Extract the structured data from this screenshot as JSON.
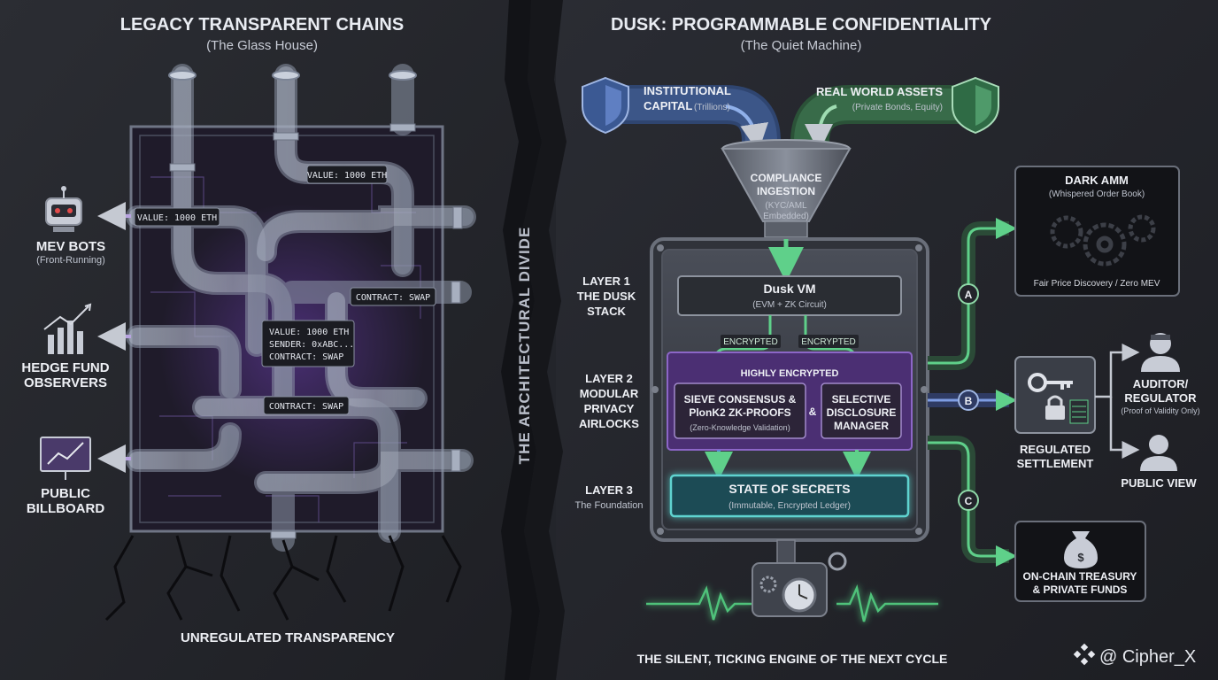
{
  "left_panel": {
    "title": "LEGACY TRANSPARENT CHAINS",
    "subtitle": "(The Glass House)",
    "footer": "UNREGULATED TRANSPARENCY",
    "pipe_tags": {
      "top": "VALUE: 1000 ETH",
      "upper_left": "VALUE: 1000 ETH",
      "contract_swap_1": "CONTRACT: SWAP",
      "center_lines": [
        "VALUE: 1000 ETH",
        "SENDER: 0xABC...",
        "CONTRACT: SWAP"
      ],
      "contract_swap_2": "CONTRACT: SWAP"
    },
    "observers": [
      {
        "icon": "robot-icon",
        "title": "MEV BOTS",
        "subtitle": "(Front-Running)"
      },
      {
        "icon": "bar-chart-icon",
        "title_lines": [
          "HEDGE FUND",
          "OBSERVERS"
        ]
      },
      {
        "icon": "billboard-icon",
        "title_lines": [
          "PUBLIC",
          "BILLBOARD"
        ]
      }
    ]
  },
  "divider": {
    "label": "THE ARCHITECTURAL DIVIDE"
  },
  "right_panel": {
    "title": "DUSK: PROGRAMMABLE CONFIDENTIALITY",
    "subtitle": "(The Quiet Machine)",
    "footer": "THE SILENT, TICKING ENGINE OF THE NEXT CYCLE",
    "inputs": [
      {
        "icon": "shield-icon",
        "title_lines": [
          "INSTITUTIONAL",
          "CAPITAL"
        ],
        "note": "(Trillions)",
        "color": "#5b7fbf"
      },
      {
        "icon": "shield-icon",
        "title": "REAL WORLD ASSETS",
        "note": "(Private Bonds, Equity)",
        "color": "#4f8f64"
      }
    ],
    "funnel": {
      "title_lines": [
        "COMPLIANCE",
        "INGESTION"
      ],
      "note_lines": [
        "(KYC/AML",
        "Embedded)"
      ]
    },
    "layers": [
      {
        "label_lines": [
          "LAYER 1",
          "THE DUSK",
          "STACK"
        ]
      },
      {
        "label_lines": [
          "LAYER 2",
          "MODULAR",
          "PRIVACY",
          "AIRLOCKS"
        ]
      },
      {
        "label_lines": [
          "LAYER 3",
          "The Foundation"
        ]
      }
    ],
    "vm": {
      "title": "Dusk VM",
      "note": "(EVM + ZK Circuit)"
    },
    "encrypted_tags": [
      "ENCRYPTED",
      "ENCRYPTED"
    ],
    "highly_encrypted": "HIGHLY ENCRYPTED",
    "sieve": {
      "title_lines": [
        "SIEVE CONSENSUS &",
        "PlonK2 ZK-PROOFS"
      ],
      "note": "(Zero-Knowledge Validation)"
    },
    "ampersand": "&",
    "disclosure": {
      "title_lines": [
        "SELECTIVE",
        "DISCLOSURE",
        "MANAGER"
      ]
    },
    "state": {
      "title": "STATE OF SECRETS",
      "note": "(Immutable, Encrypted Ledger)"
    },
    "routes": [
      "A",
      "B",
      "C"
    ],
    "dark_amm": {
      "title": "DARK AMM",
      "note": "(Whispered Order Book)",
      "footer": "Fair Price Discovery / Zero MEV"
    },
    "settlement": {
      "title_lines": [
        "REGULATED",
        "SETTLEMENT"
      ]
    },
    "auditor": {
      "title_lines": [
        "AUDITOR/",
        "REGULATOR"
      ],
      "note": "(Proof of Validity Only)"
    },
    "public_view": {
      "title": "PUBLIC VIEW"
    },
    "treasury": {
      "title_lines": [
        "ON-CHAIN TREASURY",
        "& PRIVATE FUNDS"
      ]
    }
  },
  "watermark": "@ Cipher_X",
  "colors": {
    "purple": "#7b4fbf",
    "green": "#4fc27a",
    "blue": "#5b86d6",
    "cyan": "#5fd3d0",
    "background": "#23252b"
  }
}
